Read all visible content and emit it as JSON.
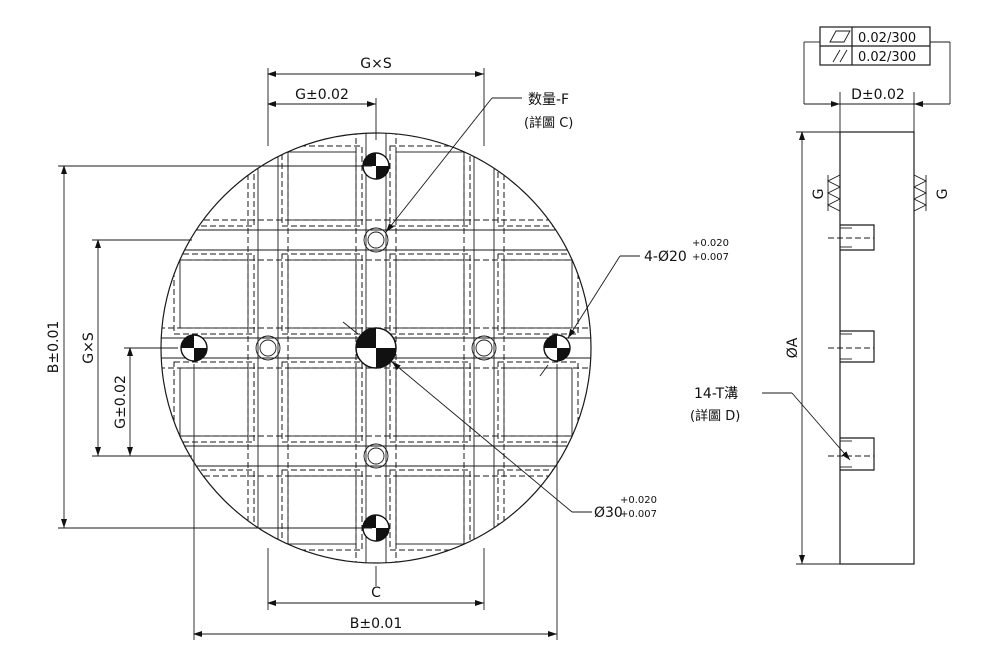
{
  "main_view": {
    "dim_gxs_top": "G×S",
    "dim_g_top": "G±0.02",
    "dim_b_left": "B±0.01",
    "dim_gxs_left": "G×S",
    "dim_g_left": "G±0.02",
    "dim_c_bottom": "C",
    "dim_b_bottom": "B±0.01",
    "callout_qty": "数量-F",
    "callout_detail_c": "(詳圖 C)",
    "callout_hole20_prefix": "4-Ø20",
    "callout_hole20_tol_upper": "+0.020",
    "callout_hole20_tol_lower": "+0.007",
    "callout_hole30_prefix": "Ø30",
    "callout_hole30_tol_upper": "+0.020",
    "callout_hole30_tol_lower": "+0.007"
  },
  "side_view": {
    "tolerance_flatness": "0.02/300",
    "tolerance_parallel": "0.02/300",
    "flatness_icon": "flatness-parallelogram-icon",
    "parallel_icon": "parallelism-icon",
    "dim_d": "D±0.02",
    "dim_g_left": "G",
    "dim_g_right": "G",
    "dim_diameter": "ØA",
    "callout_tslot": "14-T溝",
    "callout_detail_d": "(詳圖 D)"
  }
}
